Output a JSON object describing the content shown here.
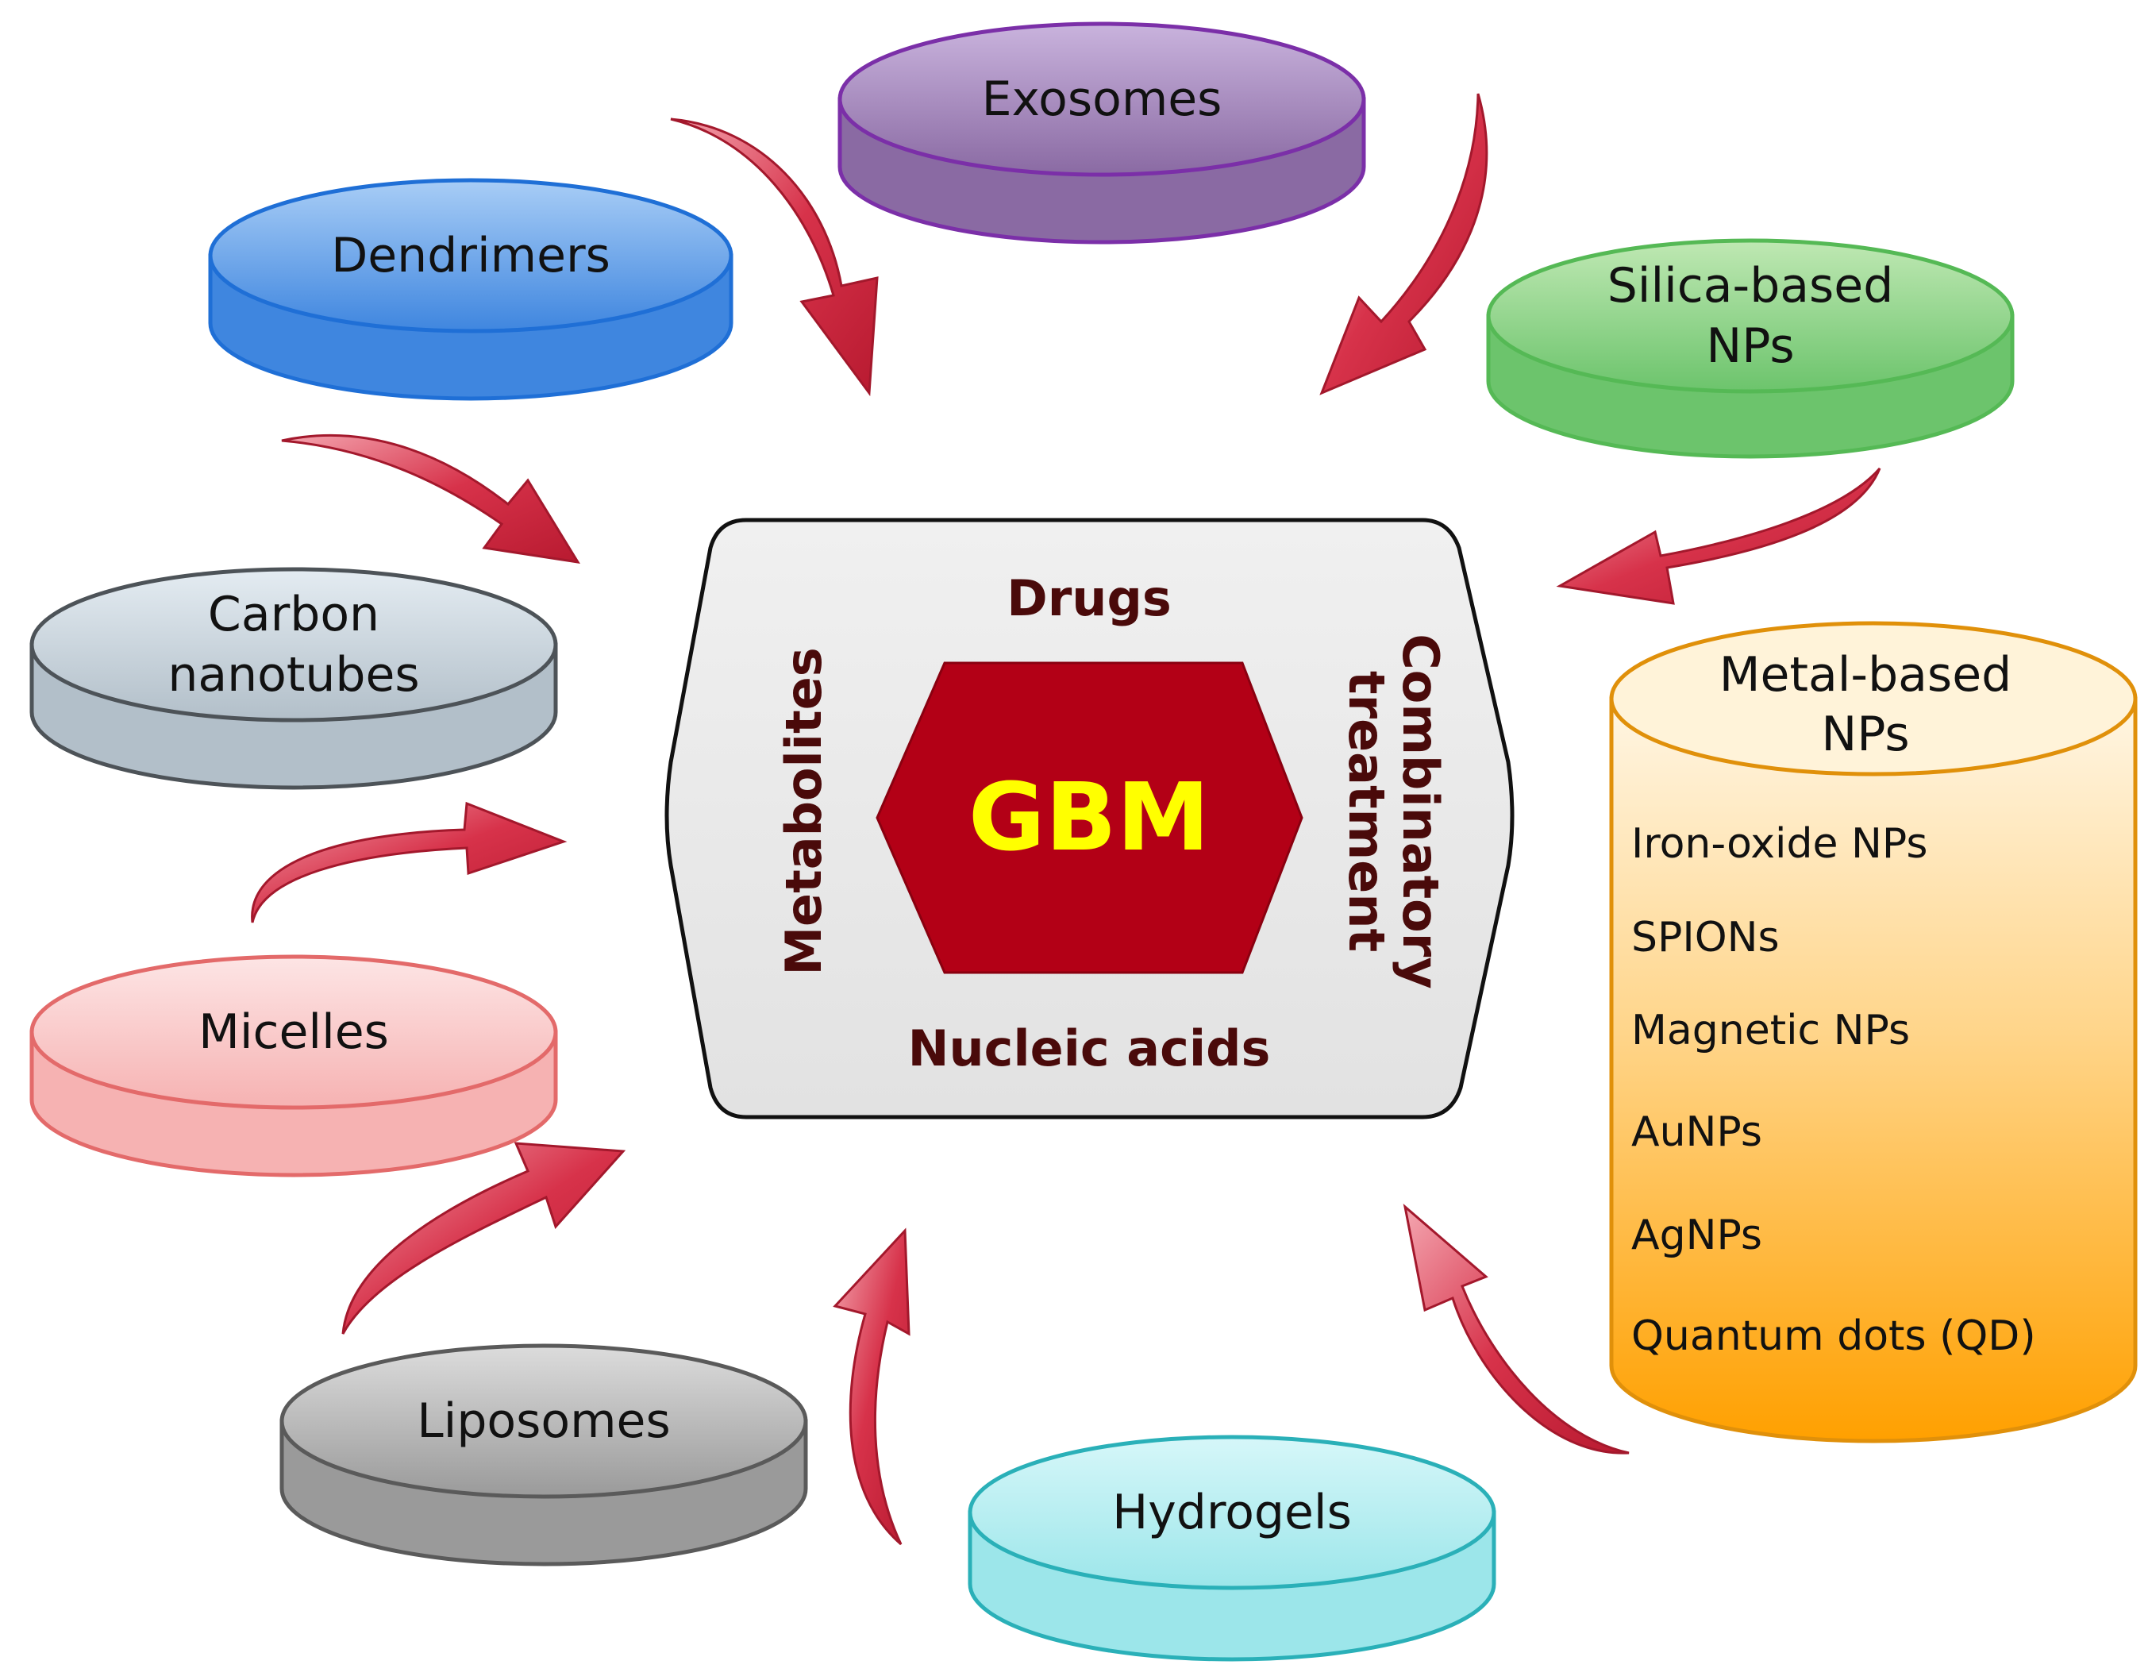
{
  "colors": {
    "arrow": "#c8283e",
    "gbm_fill": "#b30016",
    "gbm_text": "#ffff00",
    "center_box": "#e8e8e8",
    "center_text": "#4a0a0a"
  },
  "carriers": [
    {
      "id": "exosomes",
      "lines": [
        "Exosomes"
      ],
      "stroke": "#7b2fa8",
      "top": "#c9b3dd",
      "bottom": "#8a6aa3"
    },
    {
      "id": "dendrimers",
      "lines": [
        "Dendrimers"
      ],
      "stroke": "#1f6fd6",
      "top": "#a8cdf6",
      "bottom": "#3f86df"
    },
    {
      "id": "silica",
      "lines": [
        "Silica-based",
        "NPs"
      ],
      "stroke": "#55b955",
      "top": "#bfe8b3",
      "bottom": "#6cc46c"
    },
    {
      "id": "carbon",
      "lines": [
        "Carbon",
        "nanotubes"
      ],
      "stroke": "#4d5358",
      "top": "#e4ecf2",
      "bottom": "#b2bfc9"
    },
    {
      "id": "micelles",
      "lines": [
        "Micelles"
      ],
      "stroke": "#e36a6a",
      "top": "#fde5e5",
      "bottom": "#f6b2b2"
    },
    {
      "id": "liposomes",
      "lines": [
        "Liposomes"
      ],
      "stroke": "#5a5a5a",
      "top": "#dcdcdc",
      "bottom": "#9a9a9a"
    },
    {
      "id": "hydrogels",
      "lines": [
        "Hydrogels"
      ],
      "stroke": "#2ab0b8",
      "top": "#d6f7f9",
      "bottom": "#9ce6ea"
    }
  ],
  "metal": {
    "title_lines": [
      "Metal-based",
      "NPs"
    ],
    "items": [
      "Iron-oxide NPs",
      "SPIONs",
      "Magnetic NPs",
      "AuNPs",
      "AgNPs",
      "Quantum dots (QD)"
    ],
    "stroke": "#e0900a",
    "top": "#fff3d9",
    "bottom": "#ffa000"
  },
  "center": {
    "top": "Drugs",
    "bottom": "Nucleic acids",
    "left": "Metabolites",
    "right_lines": [
      "Combinatory",
      "treatment"
    ],
    "core": "GBM"
  }
}
